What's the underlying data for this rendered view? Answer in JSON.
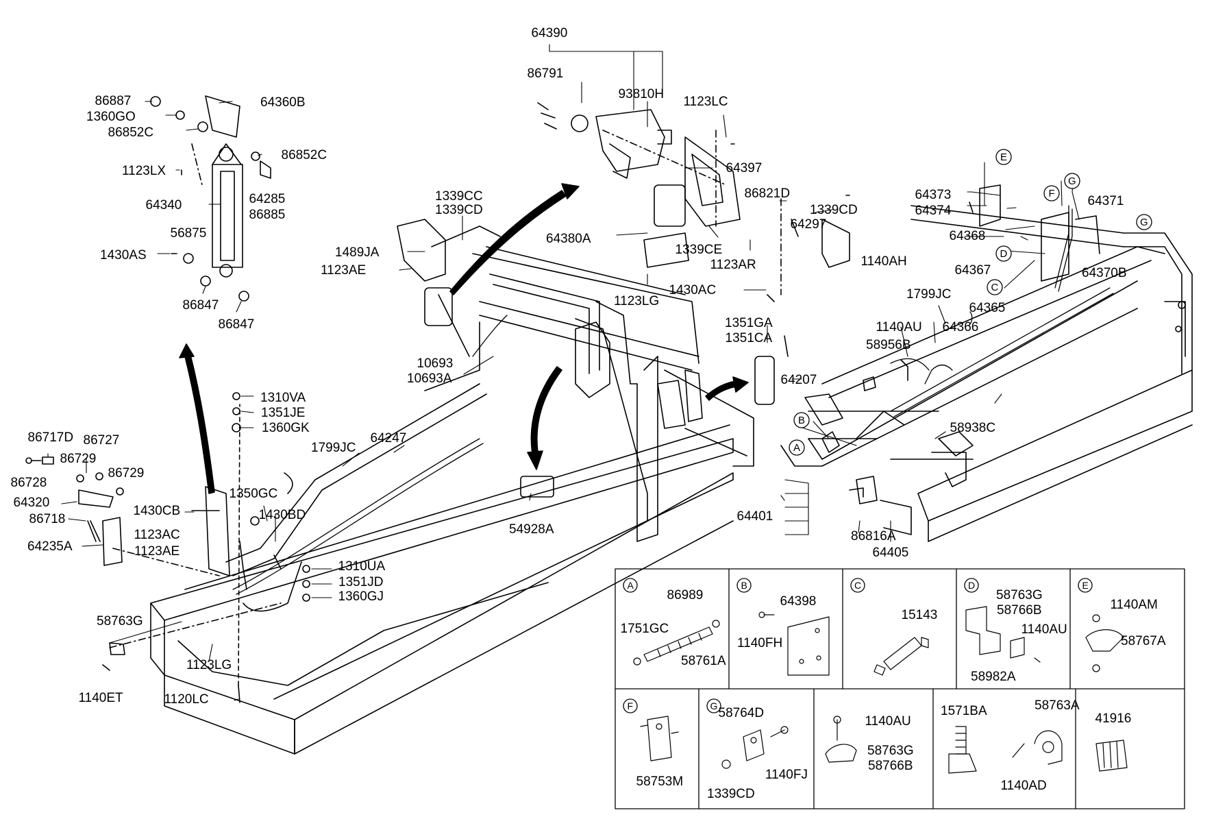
{
  "parts": [
    {
      "id": "p1",
      "text": "64390"
    },
    {
      "id": "p2",
      "text": "86791"
    },
    {
      "id": "p3",
      "text": "93810H"
    },
    {
      "id": "p4",
      "text": "1123LC"
    },
    {
      "id": "p5",
      "text": "64397"
    },
    {
      "id": "p6",
      "text": "86821D"
    },
    {
      "id": "p7",
      "text": "1339CD"
    },
    {
      "id": "p8",
      "text": "64297"
    },
    {
      "id": "p9",
      "text": "1140AH"
    },
    {
      "id": "p10",
      "text": "64380A"
    },
    {
      "id": "p11",
      "text": "1339CE"
    },
    {
      "id": "p12",
      "text": "1123AR"
    },
    {
      "id": "p13",
      "text": "1123LG"
    },
    {
      "id": "p14",
      "text": "1430AC"
    },
    {
      "id": "p15",
      "text": "1351GA"
    },
    {
      "id": "p16",
      "text": "1351CA"
    },
    {
      "id": "p17",
      "text": "64207"
    },
    {
      "id": "p18",
      "text": "1339CC"
    },
    {
      "id": "p19",
      "text": "1339CD"
    },
    {
      "id": "p20",
      "text": "1489JA"
    },
    {
      "id": "p21",
      "text": "1123AE"
    },
    {
      "id": "p22",
      "text": "10693"
    },
    {
      "id": "p23",
      "text": "10693A"
    },
    {
      "id": "p24",
      "text": "64247"
    },
    {
      "id": "p25",
      "text": "1799JC"
    },
    {
      "id": "p26",
      "text": "54928A"
    },
    {
      "id": "p27",
      "text": "86887"
    },
    {
      "id": "p28",
      "text": "1360GO"
    },
    {
      "id": "p29",
      "text": "86852C"
    },
    {
      "id": "p30",
      "text": "64360B"
    },
    {
      "id": "p31",
      "text": "1123LX"
    },
    {
      "id": "p32",
      "text": "86852C"
    },
    {
      "id": "p33",
      "text": "64340"
    },
    {
      "id": "p34",
      "text": "64285"
    },
    {
      "id": "p35",
      "text": "86885"
    },
    {
      "id": "p36",
      "text": "56875"
    },
    {
      "id": "p37",
      "text": "1430AS"
    },
    {
      "id": "p38",
      "text": "86847"
    },
    {
      "id": "p39",
      "text": "86847"
    },
    {
      "id": "p40",
      "text": "1310VA"
    },
    {
      "id": "p41",
      "text": "1351JE"
    },
    {
      "id": "p42",
      "text": "1360GK"
    },
    {
      "id": "p43",
      "text": "86717D"
    },
    {
      "id": "p44",
      "text": "86727"
    },
    {
      "id": "p45",
      "text": "86729"
    },
    {
      "id": "p46",
      "text": "86728"
    },
    {
      "id": "p47",
      "text": "86729"
    },
    {
      "id": "p48",
      "text": "64320"
    },
    {
      "id": "p49",
      "text": "1350GC"
    },
    {
      "id": "p50",
      "text": "1430CB"
    },
    {
      "id": "p51",
      "text": "1430BD"
    },
    {
      "id": "p52",
      "text": "86718"
    },
    {
      "id": "p53",
      "text": "1123AC"
    },
    {
      "id": "p54",
      "text": "1123AE"
    },
    {
      "id": "p55",
      "text": "64235A"
    },
    {
      "id": "p56",
      "text": "1310UA"
    },
    {
      "id": "p57",
      "text": "1351JD"
    },
    {
      "id": "p58",
      "text": "1360GJ"
    },
    {
      "id": "p59",
      "text": "58763G"
    },
    {
      "id": "p60",
      "text": "1123LG"
    },
    {
      "id": "p61",
      "text": "1140ET"
    },
    {
      "id": "p62",
      "text": "1120LC"
    },
    {
      "id": "p63",
      "text": "64373"
    },
    {
      "id": "p64",
      "text": "64374"
    },
    {
      "id": "p65",
      "text": "64368"
    },
    {
      "id": "p66",
      "text": "64371"
    },
    {
      "id": "p67",
      "text": "64367"
    },
    {
      "id": "p68",
      "text": "64370B"
    },
    {
      "id": "p69",
      "text": "1799JC"
    },
    {
      "id": "p70",
      "text": "64365"
    },
    {
      "id": "p71",
      "text": "1140AU"
    },
    {
      "id": "p72",
      "text": "64366"
    },
    {
      "id": "p73",
      "text": "58956B"
    },
    {
      "id": "p74",
      "text": "58938C"
    },
    {
      "id": "p75",
      "text": "64401"
    },
    {
      "id": "p76",
      "text": "86816A"
    },
    {
      "id": "p77",
      "text": "64405"
    },
    {
      "id": "p78",
      "text": "86989"
    },
    {
      "id": "p79",
      "text": "1751GC"
    },
    {
      "id": "p80",
      "text": "58761A"
    },
    {
      "id": "p81",
      "text": "1140FH"
    },
    {
      "id": "p82",
      "text": "64398"
    },
    {
      "id": "p83",
      "text": "15143"
    },
    {
      "id": "p84",
      "text": "58763G"
    },
    {
      "id": "p85",
      "text": "58766B"
    },
    {
      "id": "p86",
      "text": "1140AU"
    },
    {
      "id": "p87",
      "text": "58982A"
    },
    {
      "id": "p88",
      "text": "1140AM"
    },
    {
      "id": "p89",
      "text": "58767A"
    },
    {
      "id": "p90",
      "text": "58753M"
    },
    {
      "id": "p91",
      "text": "58764D"
    },
    {
      "id": "p92",
      "text": "1140FJ"
    },
    {
      "id": "p93",
      "text": "1339CD"
    },
    {
      "id": "p94",
      "text": "1140AU"
    },
    {
      "id": "p95",
      "text": "58763G"
    },
    {
      "id": "p96",
      "text": "58766B"
    },
    {
      "id": "p97",
      "text": "1571BA"
    },
    {
      "id": "p98",
      "text": "58763A"
    },
    {
      "id": "p99",
      "text": "1140AD"
    },
    {
      "id": "p100",
      "text": "41916"
    }
  ],
  "callouts": [
    {
      "id": "cA",
      "text": "A"
    },
    {
      "id": "cB",
      "text": "B"
    },
    {
      "id": "cC",
      "text": "C"
    },
    {
      "id": "cD",
      "text": "D"
    },
    {
      "id": "cE",
      "text": "E"
    },
    {
      "id": "cF",
      "text": "F"
    },
    {
      "id": "cG1",
      "text": "G"
    },
    {
      "id": "cG2",
      "text": "G"
    }
  ],
  "detail_cells": [
    {
      "id": "dA",
      "text": "A"
    },
    {
      "id": "dB",
      "text": "B"
    },
    {
      "id": "dC",
      "text": "C"
    },
    {
      "id": "dD",
      "text": "D"
    },
    {
      "id": "dE",
      "text": "E"
    },
    {
      "id": "dF",
      "text": "F"
    },
    {
      "id": "dG",
      "text": "G"
    }
  ]
}
